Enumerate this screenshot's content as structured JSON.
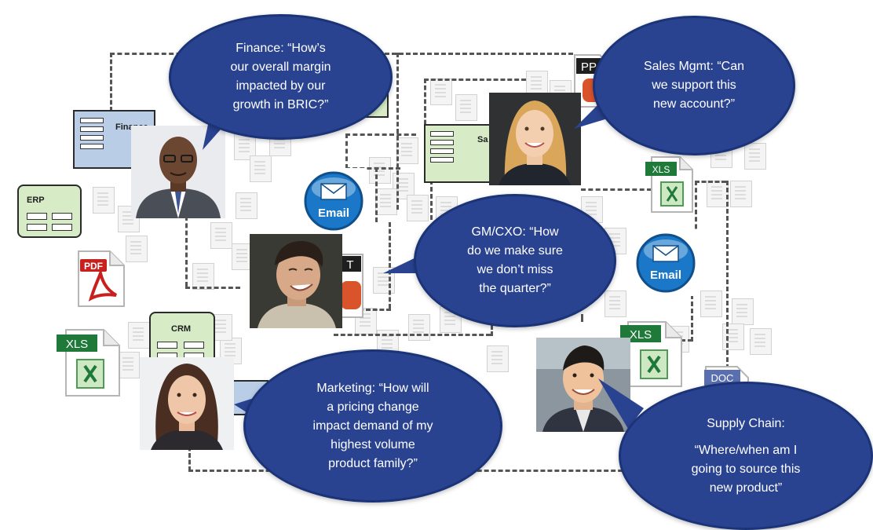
{
  "systems": {
    "finance": "Finance",
    "erp": "ERP",
    "crm": "CRM",
    "sales": "Sa"
  },
  "files": {
    "pdf_label": "PDF",
    "xls_label": "XLS",
    "email_label": "Email",
    "ppt_label": "PP",
    "doc_label": "DOC",
    "partial_t": "T"
  },
  "bubbles": {
    "finance": "Finance: “How’s\nour overall margin\nimpacted by our\ngrowth in BRIC?”",
    "sales": "Sales Mgmt: “Can\nwe support this\nnew account?”",
    "gm": "GM/CXO: “How\ndo we make sure\nwe don’t miss\nthe quarter?”",
    "marketing": "Marketing:  “How will\na pricing change\nimpact demand of my\nhighest volume\nproduct family?”",
    "supply_line1": "Supply Chain:",
    "supply_line2": "“Where/when am I\ngoing to source this\nnew product”"
  },
  "colors": {
    "bubble": "#2a4391",
    "finance_box": "#b9cde6",
    "green_box": "#d6ebc6",
    "email_blue": "#1b78c8",
    "xls_green": "#1f7a3a",
    "pdf_red": "#c8201f"
  }
}
